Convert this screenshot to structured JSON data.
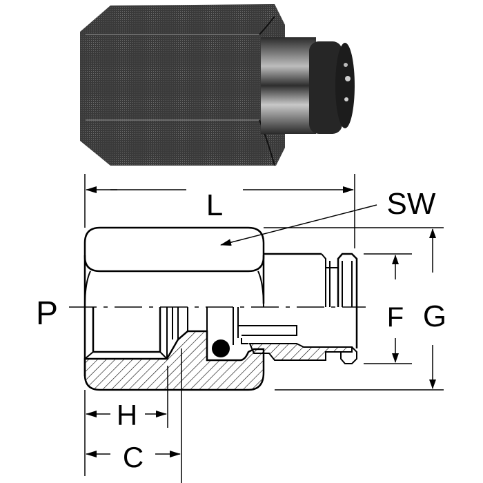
{
  "figure": {
    "photo": {
      "description": "Photo of push-in female connector fitting with hexagon body",
      "body_color": "#3a3a3a",
      "highlight_color": "#9a9a9a"
    },
    "drawing": {
      "labels": {
        "length": "L",
        "wrench_size": "SW",
        "port_thread": "P",
        "tube_diameter": "F",
        "hex_height": "G",
        "thread_depth": "H",
        "total_depth": "C"
      },
      "line_color": "#000000",
      "hatch_color": "#000000"
    }
  }
}
